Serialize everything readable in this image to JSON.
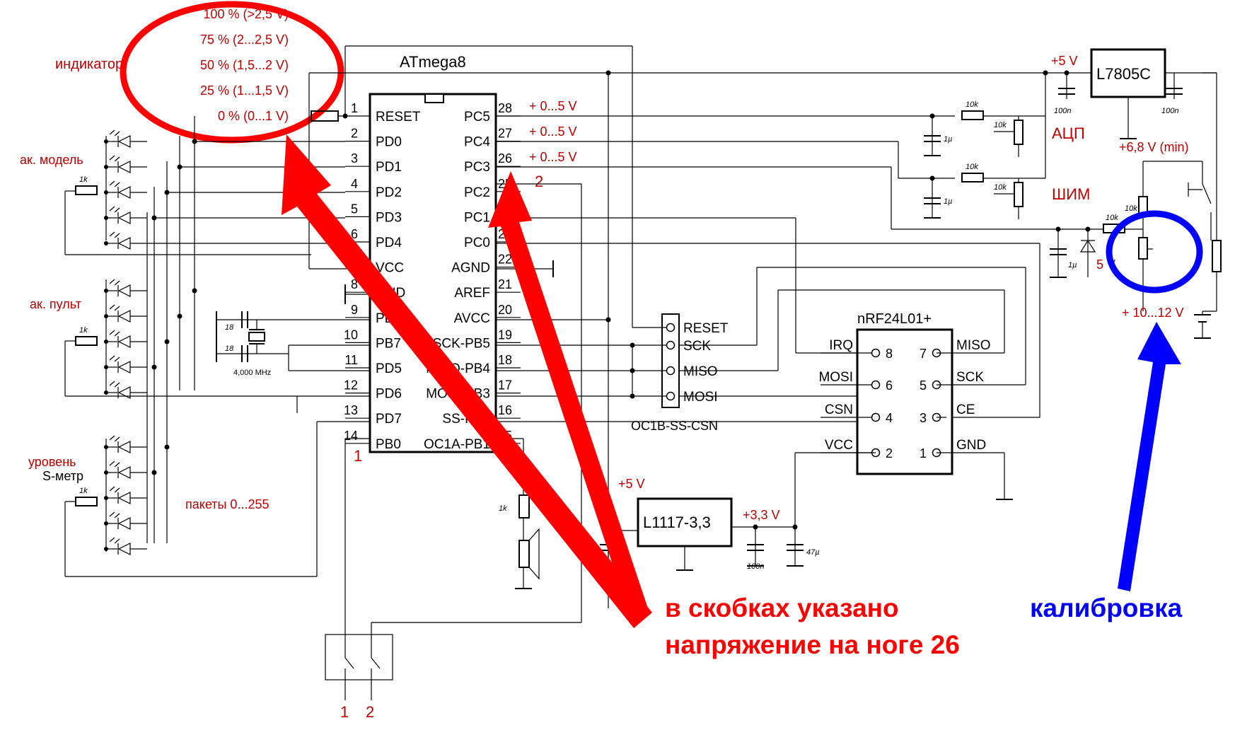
{
  "mcu": {
    "name": "ATmega8",
    "left_pins": [
      {
        "num": "1",
        "label": "RESET"
      },
      {
        "num": "2",
        "label": "PD0"
      },
      {
        "num": "3",
        "label": "PD1"
      },
      {
        "num": "4",
        "label": "PD2"
      },
      {
        "num": "5",
        "label": "PD3"
      },
      {
        "num": "6",
        "label": "PD4"
      },
      {
        "num": "7",
        "label": "VCC"
      },
      {
        "num": "8",
        "label": "GND"
      },
      {
        "num": "9",
        "label": "PB6"
      },
      {
        "num": "10",
        "label": "PB7"
      },
      {
        "num": "11",
        "label": "PD5"
      },
      {
        "num": "12",
        "label": "PD6"
      },
      {
        "num": "13",
        "label": "PD7"
      },
      {
        "num": "14",
        "label": "PB0"
      }
    ],
    "right_pins": [
      {
        "num": "28",
        "label": "PC5"
      },
      {
        "num": "27",
        "label": "PC4"
      },
      {
        "num": "26",
        "label": "PC3"
      },
      {
        "num": "25",
        "label": "PC2"
      },
      {
        "num": "24",
        "label": "PC1"
      },
      {
        "num": "23",
        "label": "PC0"
      },
      {
        "num": "22",
        "label": "AGND"
      },
      {
        "num": "21",
        "label": "AREF"
      },
      {
        "num": "20",
        "label": "AVCC"
      },
      {
        "num": "19",
        "label": "SCK-PB5"
      },
      {
        "num": "18",
        "label": "MISO-PB4"
      },
      {
        "num": "17",
        "label": "MOSI-PB3"
      },
      {
        "num": "16",
        "label": "SS-PB2"
      },
      {
        "num": "15",
        "label": "OC1A-PB1"
      }
    ],
    "pc_voltage": "+ 0...5 V",
    "pin26_mark": "2",
    "pin14_mark": "1"
  },
  "indicator": {
    "title": "индикатор",
    "levels": [
      "100 % (>2,5 V)",
      "75 % (2...2,5 V)",
      "50 % (1,5...2 V)",
      "25 % (1...1,5 V)",
      "0 % (0...1 V)"
    ]
  },
  "led_groups": {
    "model": "ак. модель",
    "remote": "ак. пульт",
    "level": "уровень",
    "smeter": "S-метр",
    "packets": "пакеты  0...255",
    "resistor": "1k"
  },
  "crystal": {
    "cap": "18",
    "freq": "4,000 MHz"
  },
  "isp": {
    "pins": [
      "RESET",
      "SCK",
      "MISO",
      "MOSI"
    ],
    "caption": "OC1B-SS-CSN"
  },
  "nrf": {
    "title": "nRF24L01+",
    "left": [
      {
        "name": "IRQ",
        "num": "8"
      },
      {
        "name": "MOSI",
        "num": "6"
      },
      {
        "name": "CSN",
        "num": "4"
      },
      {
        "name": "VCC",
        "num": "2"
      }
    ],
    "right": [
      {
        "name": "MISO",
        "num": "7"
      },
      {
        "name": "SCK",
        "num": "5"
      },
      {
        "name": "CE",
        "num": "3"
      },
      {
        "name": "GND",
        "num": "1"
      }
    ]
  },
  "power": {
    "l7805": "L7805C",
    "l1117": "L1117-3,3",
    "v5_top": "+5 V",
    "v5_mid": "+5 V",
    "v33": "+3,3 V",
    "vmin": "+6,8 V (min)",
    "vin": "+ 10...12 V",
    "zener": "5 V",
    "c100n": "100n",
    "c1u": "1µ",
    "c47u": "47µ",
    "r10k": "10k",
    "adc": "АЦП",
    "pwm": "ШИМ",
    "avcc_cap": "100n",
    "buzzer_r": "1k"
  },
  "buttons": {
    "b1": "1",
    "b2": "2"
  },
  "annotations": {
    "red_line1": "в скобках указано",
    "red_line2": "напряжение на ноге 26",
    "blue": "калибровка"
  },
  "colors": {
    "red": "#ff0000",
    "dark_red": "#c00000",
    "blue": "#0000ff",
    "line": "#000000"
  }
}
